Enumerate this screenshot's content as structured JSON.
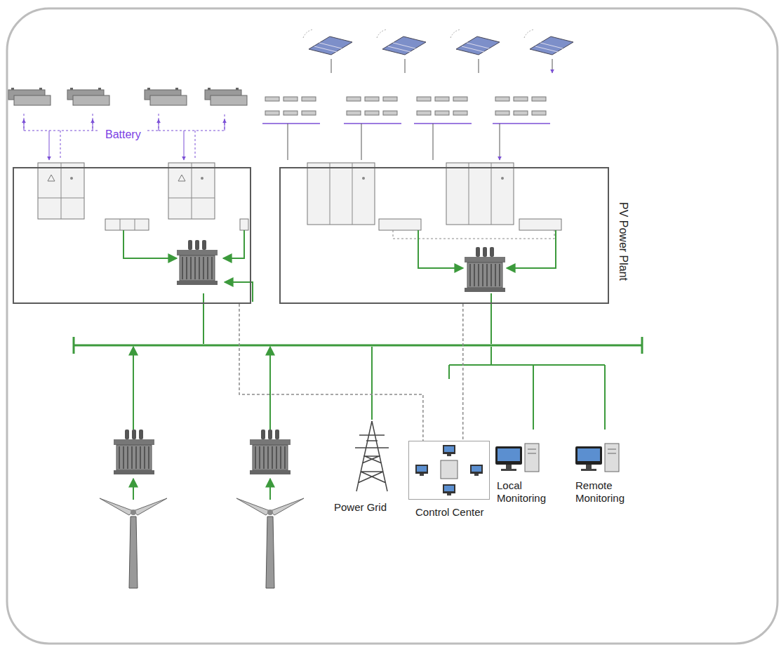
{
  "diagram": {
    "nodes": [
      {
        "text": [
          "Battery"
        ]
      },
      {
        "text": [
          "PV Power Plant"
        ]
      },
      {
        "text": [
          "Control Center"
        ]
      }
    ],
    "edges": [
      {
        "from": 0,
        "to": 2,
        "arrow": "none"
      },
      {
        "from": 1,
        "to": 2,
        "arrow": "none"
      }
    ],
    "labels": [
      "Power Grid",
      "Local Monitoring",
      "Remote Monitoring"
    ]
  }
}
